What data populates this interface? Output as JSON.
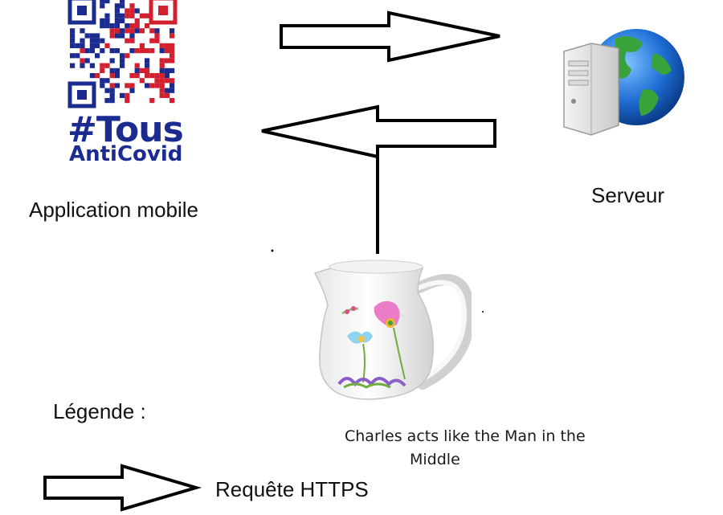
{
  "logo": {
    "hashtag_line": "#Tous",
    "second_line": "AntiCovid",
    "brand_blue": "#1b2b8f",
    "brand_red": "#d3202f",
    "icon": "qr-code-icon"
  },
  "nodes": {
    "mobile_app": "Application mobile",
    "server": "Serveur",
    "proxy_caption_line1": "Charles acts like the Man in the",
    "proxy_caption_line2": "Middle"
  },
  "icons": {
    "server": "server-globe-icon",
    "proxy": "charles-jug-icon"
  },
  "legend": {
    "title": "Légende :",
    "arrow_meaning": "Requête HTTPS"
  }
}
